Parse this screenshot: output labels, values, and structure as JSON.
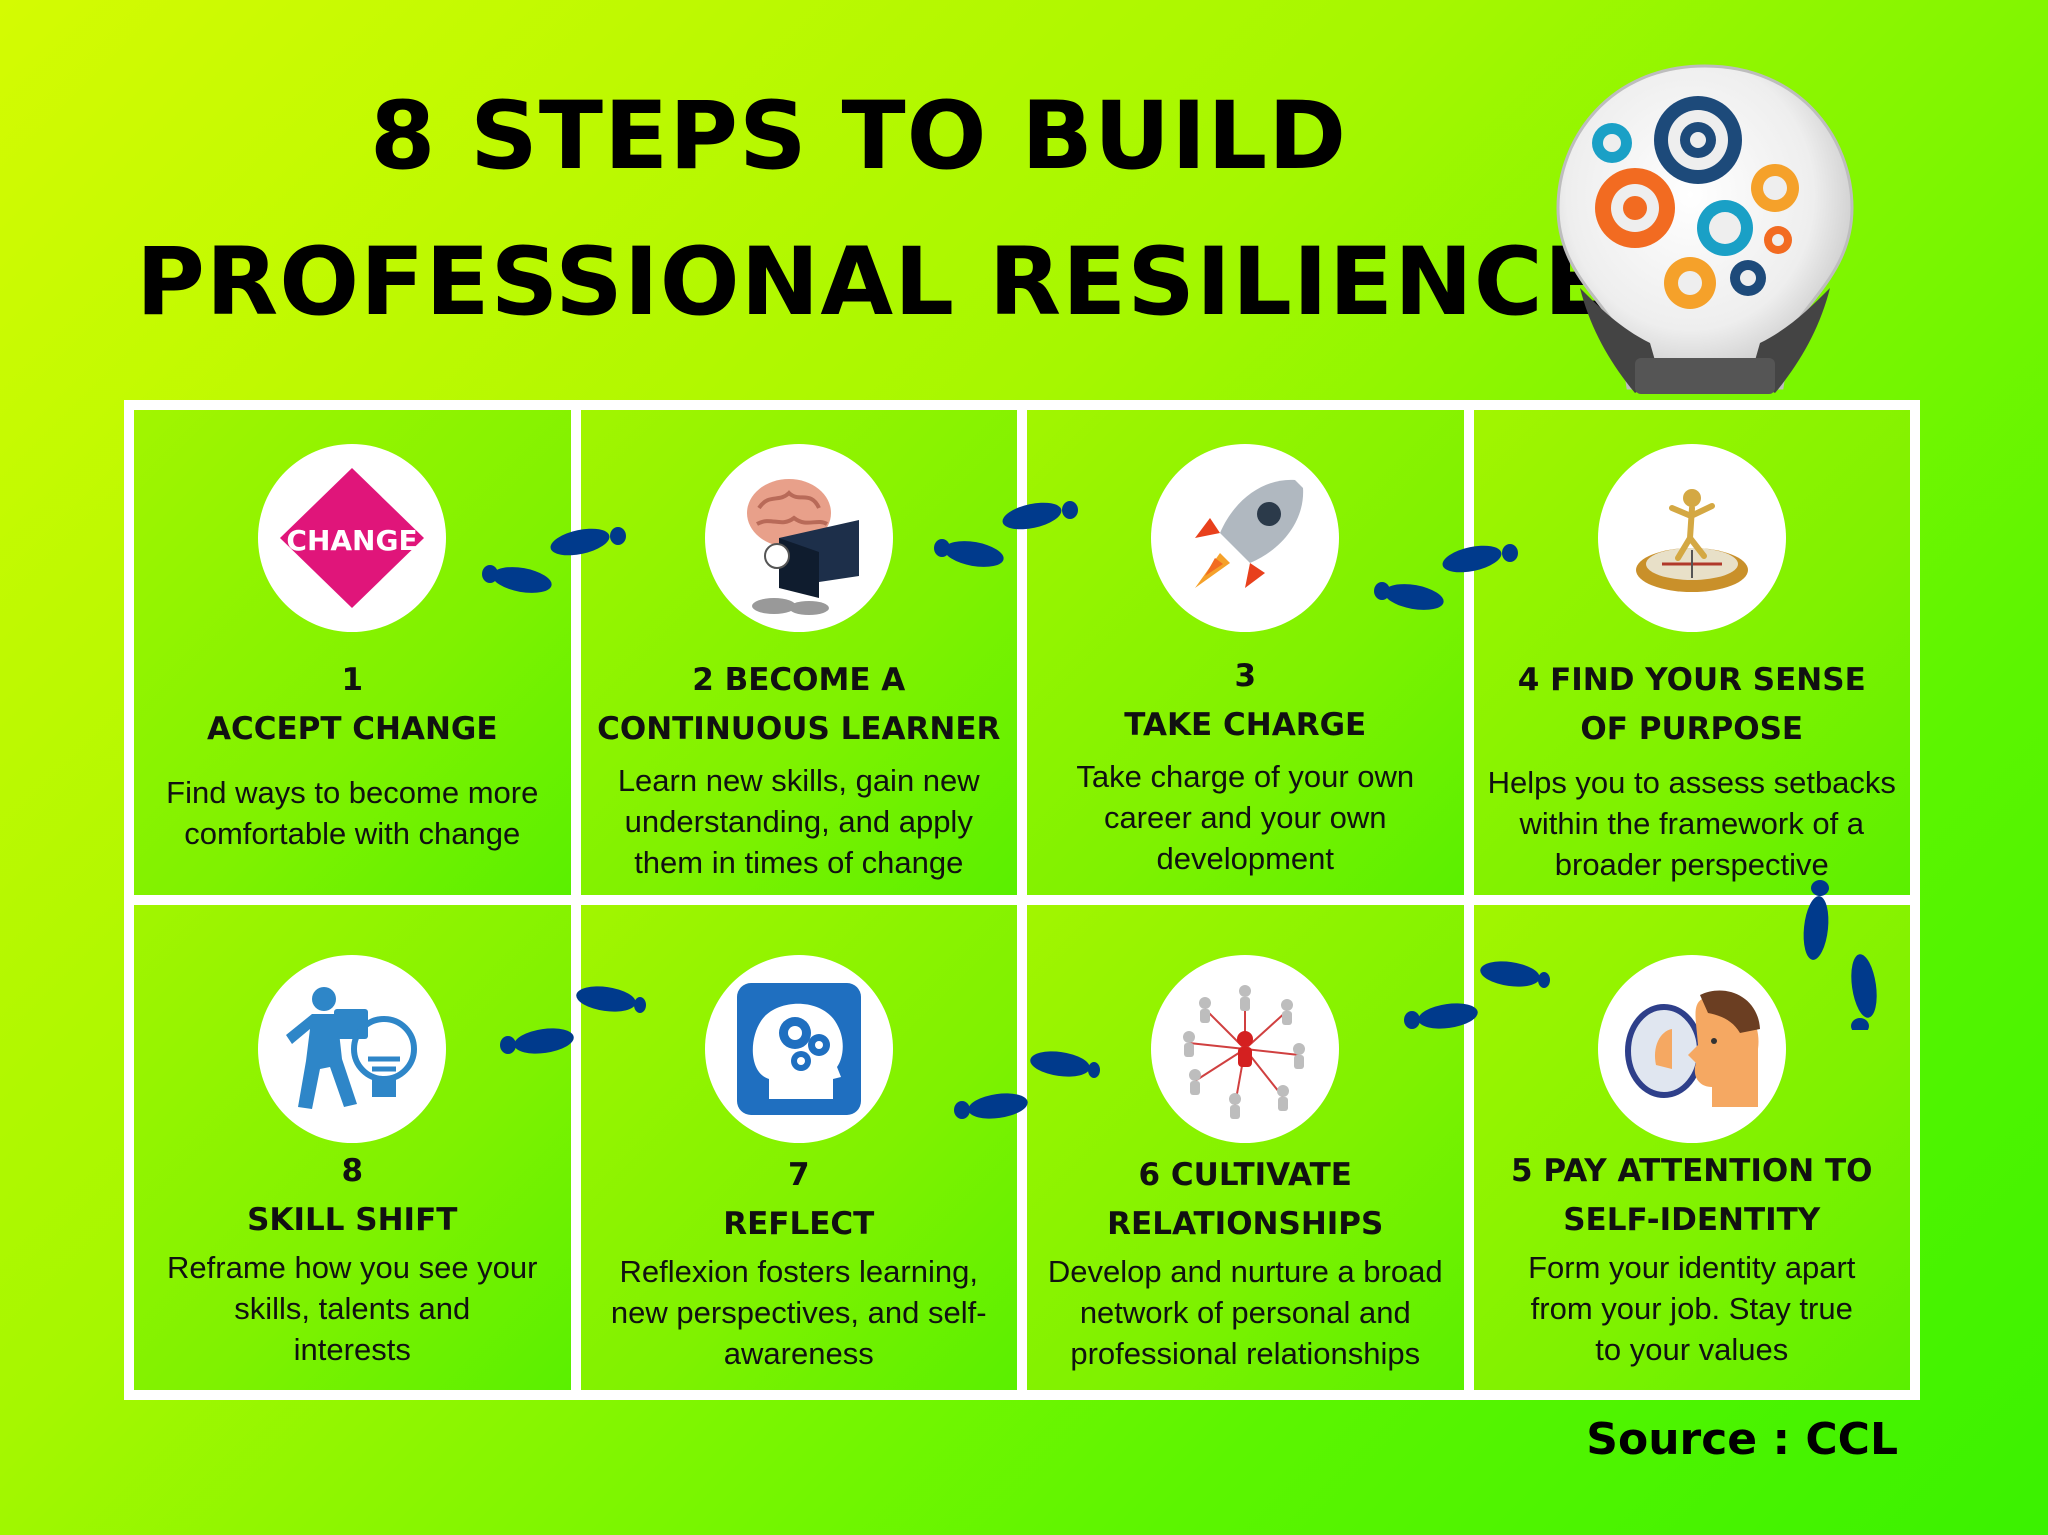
{
  "title": {
    "line1": "8 STEPS TO BUILD",
    "line2": "PROFESSIONAL RESILIENCE"
  },
  "colors": {
    "footprint": "#003a8c",
    "change_badge": "#e0157a",
    "gear_orange": "#f26b21",
    "gear_teal": "#1aa0c6",
    "gear_dark": "#1d4a7a"
  },
  "steps": [
    {
      "number": "1",
      "icon": "change-sign-icon",
      "icon_text": "CHANGE",
      "title_lines": [
        "1",
        "ACCEPT CHANGE"
      ],
      "desc_lines": [
        "Find ways to become more",
        "comfortable with change"
      ]
    },
    {
      "number": "2",
      "icon": "brain-reading-book-icon",
      "title_lines": [
        "2  BECOME A",
        "CONTINUOUS LEARNER"
      ],
      "desc_lines": [
        "Learn new skills, gain new",
        "understanding, and apply",
        "them in times of change"
      ]
    },
    {
      "number": "3",
      "icon": "rocket-icon",
      "title_lines": [
        "3",
        "TAKE CHARGE"
      ],
      "desc_lines": [
        "Take charge of your own",
        "career and your own",
        "development"
      ]
    },
    {
      "number": "4",
      "icon": "compass-figure-icon",
      "title_lines": [
        "4  FIND YOUR SENSE",
        "OF PURPOSE"
      ],
      "desc_lines": [
        "Helps you to assess setbacks",
        "within the framework of a",
        "broader perspective"
      ]
    },
    {
      "number": "8",
      "icon": "puzzle-lightbulb-icon",
      "title_lines": [
        "8",
        "SKILL SHIFT"
      ],
      "desc_lines": [
        "Reframe how you see your",
        "skills, talents and",
        "interests"
      ]
    },
    {
      "number": "7",
      "icon": "head-gears-icon",
      "title_lines": [
        "7",
        "REFLECT"
      ],
      "desc_lines": [
        "Reflexion fosters learning,",
        "new perspectives, and self-",
        "awareness"
      ]
    },
    {
      "number": "6",
      "icon": "network-people-icon",
      "title_lines": [
        "6  CULTIVATE",
        "RELATIONSHIPS"
      ],
      "desc_lines": [
        "Develop and nurture a broad",
        "network of personal and",
        "professional relationships"
      ]
    },
    {
      "number": "5",
      "icon": "face-mirror-icon",
      "title_lines": [
        "5  PAY ATTENTION TO",
        "SELF-IDENTITY"
      ],
      "desc_lines": [
        "Form your identity apart",
        "from your job. Stay true",
        "to your values"
      ]
    }
  ],
  "source": "Source : CCL"
}
